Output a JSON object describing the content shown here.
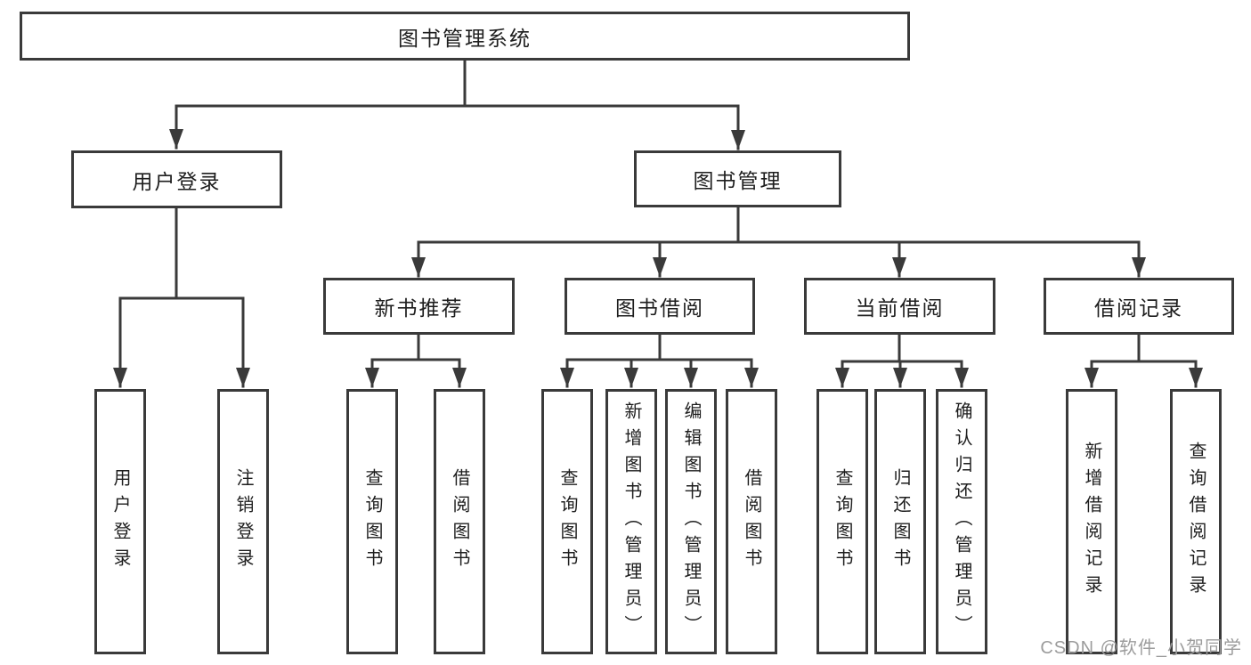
{
  "diagram": {
    "type": "tree-hierarchy",
    "tree": {
      "root": {
        "label": "图书管理系统"
      },
      "level2": [
        {
          "label": "用户登录",
          "children": [
            {
              "label": "用户登录"
            },
            {
              "label": "注销登录"
            }
          ]
        },
        {
          "label": "图书管理",
          "children": [
            {
              "label": "新书推荐",
              "children": [
                {
                  "label": "查询图书"
                },
                {
                  "label": "借阅图书"
                }
              ]
            },
            {
              "label": "图书借阅",
              "children": [
                {
                  "label": "查询图书"
                },
                {
                  "label": "新增图书（管理员）"
                },
                {
                  "label": "编辑图书（管理员）"
                },
                {
                  "label": "借阅图书"
                }
              ]
            },
            {
              "label": "当前借阅",
              "children": [
                {
                  "label": "查询图书"
                },
                {
                  "label": "归还图书"
                },
                {
                  "label": "确认归还（管理员）"
                }
              ]
            },
            {
              "label": "借阅记录",
              "children": [
                {
                  "label": "新增借阅记录"
                },
                {
                  "label": "查询借阅记录"
                }
              ]
            }
          ]
        }
      ]
    },
    "colors": {
      "line": "#3a3a3a",
      "box_border": "#3a3a3a",
      "text": "#1e1e1e",
      "background": "#ffffff",
      "watermark_text": "#9c9c9c"
    }
  },
  "watermark": {
    "text": "CSDN @软件_小贺同学"
  }
}
